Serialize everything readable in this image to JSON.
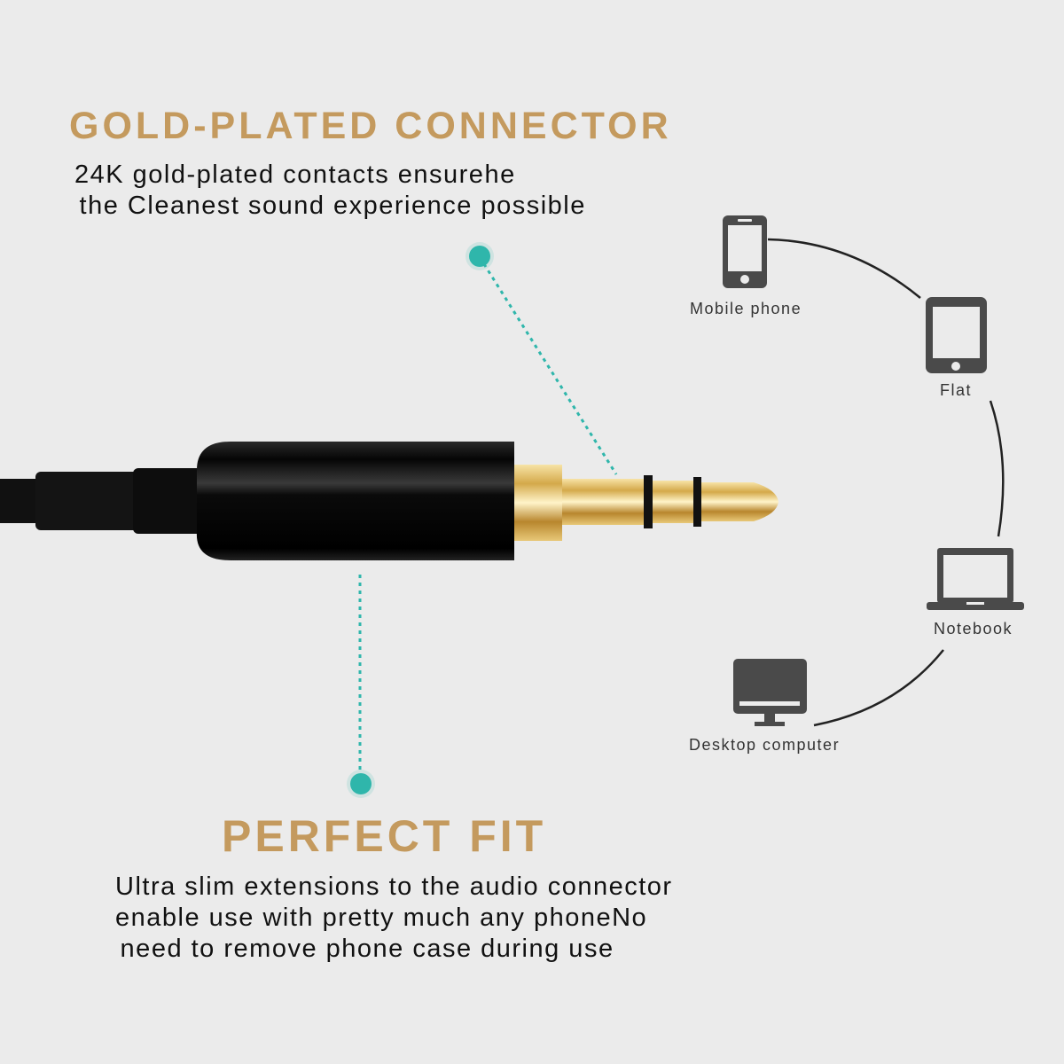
{
  "sections": {
    "gold_plated": {
      "title": "GOLD-PLATED CONNECTOR",
      "line1": "24K gold-plated contacts ensurehe",
      "line2": " the Cleanest sound experience possible"
    },
    "perfect_fit": {
      "title": "PERFECT FIT",
      "line1": "Ultra slim extensions to the audio connector",
      "line2": "enable use with pretty much any phoneNo",
      "line3": " need to remove phone case during use"
    }
  },
  "devices": [
    {
      "icon": "mobile-phone-icon",
      "label": "Mobile phone"
    },
    {
      "icon": "tablet-icon",
      "label": "Flat"
    },
    {
      "icon": "laptop-icon",
      "label": "Notebook"
    },
    {
      "icon": "desktop-icon",
      "label": "Desktop computer"
    }
  ],
  "colors": {
    "background": "#ebebeb",
    "heading_gold": "#c49a5e",
    "accent_teal": "#2fb6ab",
    "icon_gray": "#4a4a4a"
  }
}
